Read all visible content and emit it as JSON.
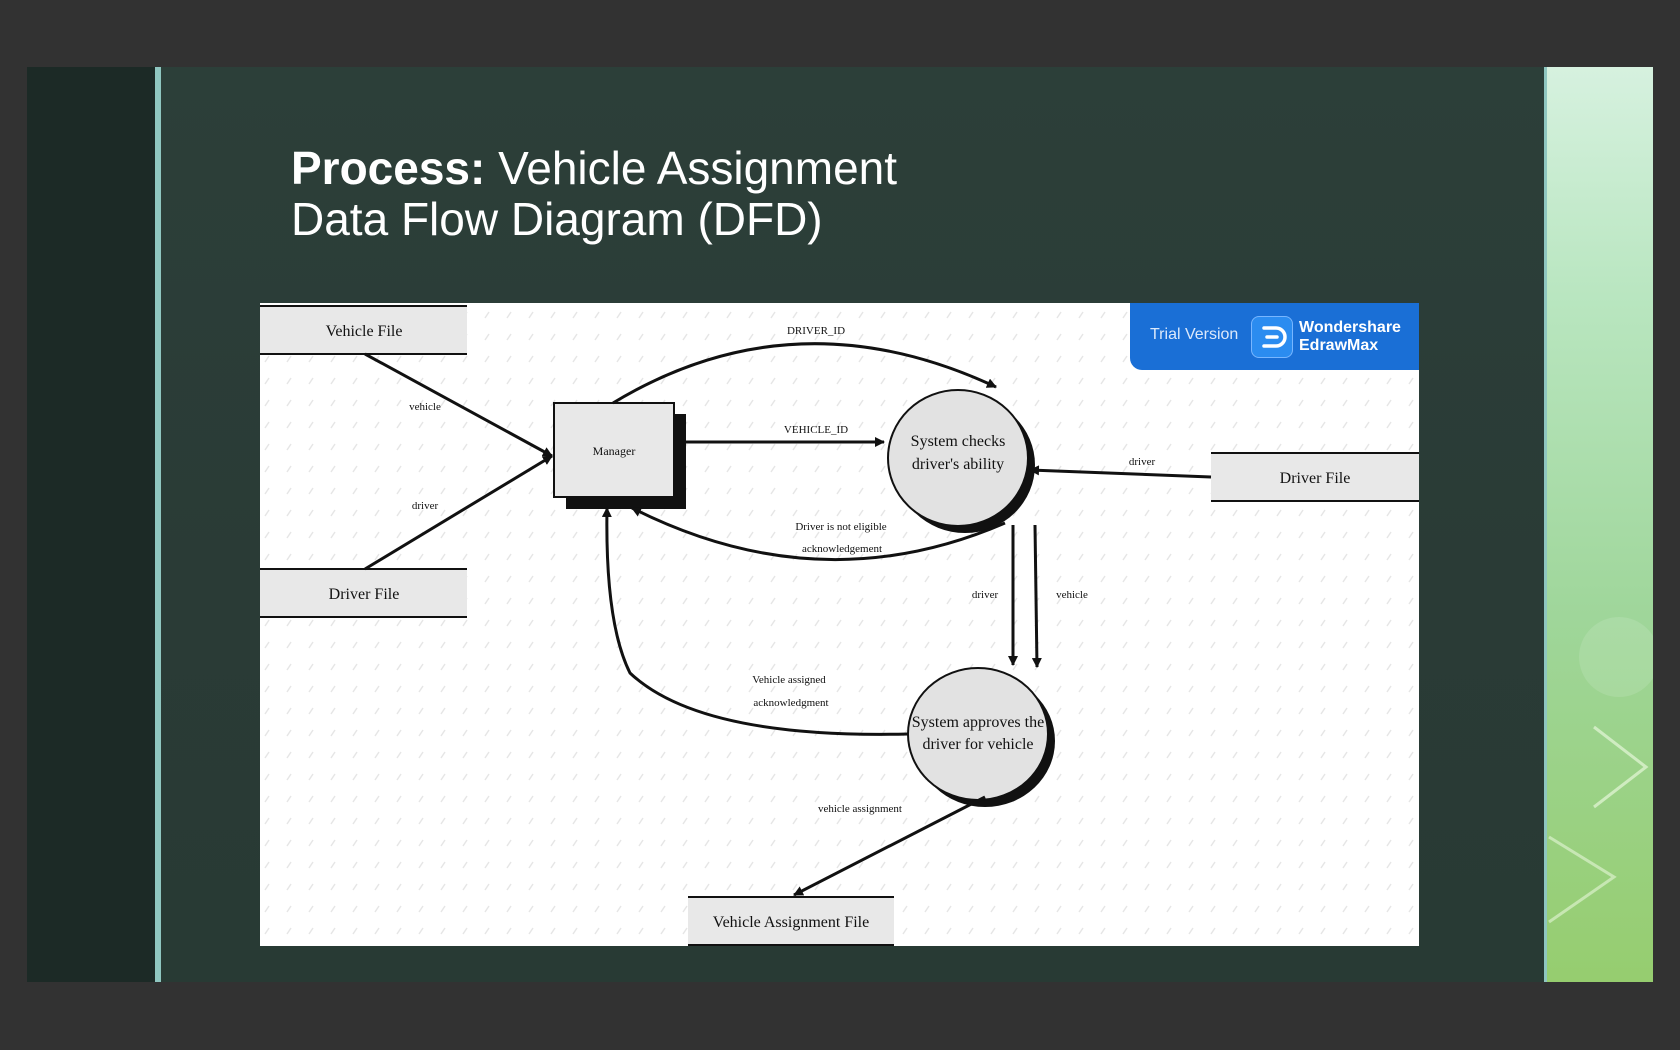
{
  "slide": {
    "title_bold": "Process:",
    "title_line1_rest": " Vehicle Assignment",
    "title_line2": "Data Flow Diagram (DFD)"
  },
  "watermark": {
    "trial": "Trial Version",
    "brand_line1": "Wondershare",
    "brand_line2": "EdrawMax"
  },
  "diagram": {
    "stores": {
      "vehicle_file": "Vehicle File",
      "driver_file_left": "Driver File",
      "driver_file_right": "Driver File",
      "vehicle_assignment_file": "Vehicle Assignment File"
    },
    "entity": {
      "manager": "Manager"
    },
    "processes": {
      "check_line1": "System checks",
      "check_line2": "driver's ability",
      "approve_line1": "System approves the",
      "approve_line2": "driver for vehicle"
    },
    "flows": {
      "vehicle": "vehicle",
      "driver": "driver",
      "driver_id": "DRIVER_ID",
      "vehicle_id": "VEHICLE_ID",
      "driver_right": "driver",
      "not_eligible_1": "Driver is not eligible",
      "not_eligible_2": "acknowledgement",
      "driver_down": "driver",
      "vehicle_down": "vehicle",
      "assigned_1": "Vehicle assigned",
      "assigned_2": "acknowledgment",
      "vehicle_assignment": "vehicle assignment"
    }
  },
  "colors": {
    "slide_bg": "#2c3f39",
    "accent_line": "#8fc6c0",
    "watermark_blue": "#1a6fd6",
    "store_fill": "#e8e8e8",
    "process_fill": "#e2e2e2"
  }
}
